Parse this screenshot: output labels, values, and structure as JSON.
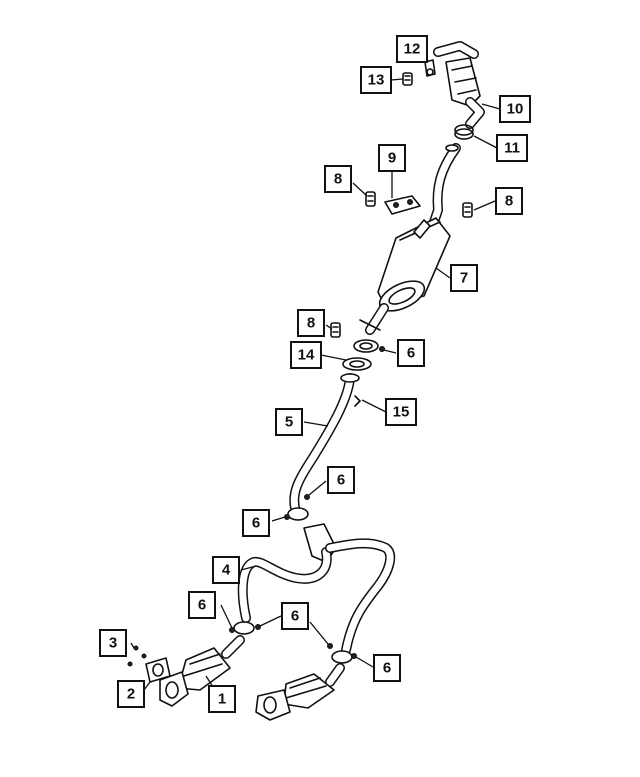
{
  "callouts": [
    {
      "id": "c1",
      "label": "1"
    },
    {
      "id": "c2",
      "label": "2"
    },
    {
      "id": "c3",
      "label": "3"
    },
    {
      "id": "c4",
      "label": "4"
    },
    {
      "id": "c5",
      "label": "5"
    },
    {
      "id": "c6a",
      "label": "6"
    },
    {
      "id": "c6b",
      "label": "6"
    },
    {
      "id": "c6c",
      "label": "6"
    },
    {
      "id": "c6d",
      "label": "6"
    },
    {
      "id": "c6e",
      "label": "6"
    },
    {
      "id": "c6f",
      "label": "6"
    },
    {
      "id": "c7",
      "label": "7"
    },
    {
      "id": "c8a",
      "label": "8"
    },
    {
      "id": "c8b",
      "label": "8"
    },
    {
      "id": "c8c",
      "label": "8"
    },
    {
      "id": "c9",
      "label": "9"
    },
    {
      "id": "c10",
      "label": "10"
    },
    {
      "id": "c11",
      "label": "11"
    },
    {
      "id": "c12",
      "label": "12"
    },
    {
      "id": "c13",
      "label": "13"
    },
    {
      "id": "c14",
      "label": "14"
    },
    {
      "id": "c15",
      "label": "15"
    }
  ]
}
